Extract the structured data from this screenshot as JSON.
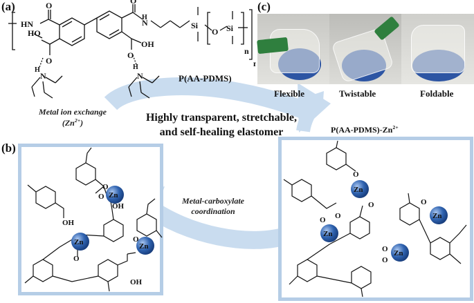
{
  "panels": {
    "a": "(a)",
    "b": "(b)",
    "c": "(c)"
  },
  "structure": {
    "polymer_name": "P(AA-PDMS)",
    "hn": "HN",
    "nh": "N",
    "h_label": "H",
    "carbonyl_o": "O",
    "oh_left": "HO",
    "oh_right": "OH",
    "si1": "Si",
    "si2": "Si",
    "o_si": "O",
    "n_sub": "n",
    "m_sub": "m",
    "amine": "N",
    "amine_h": "H"
  },
  "arrow_texts": {
    "metal_exchange_line1": "Metal ion exchange",
    "metal_exchange_line2": "(Zn",
    "metal_exchange_sup": "2+",
    "metal_exchange_close": ")",
    "coordination_line1": "Metal-carboxylate",
    "coordination_line2": "coordination"
  },
  "headline": {
    "line1": "Highly transparent, stretchable,",
    "line2": "and self-healing elastomer"
  },
  "zn_label": "P(AA-PDMS)-Zn",
  "zn_label_sup": "2+",
  "photos": {
    "labels": [
      "Flexible",
      "Twistable",
      "Foldable"
    ]
  },
  "network": {
    "zn": "Zn",
    "o": "O",
    "oh": "OH"
  },
  "colors": {
    "arrow": "#c9dcef",
    "box_border": "#b5cde6",
    "box_fill": "#ffffff",
    "zn_sphere": "#2f63b0"
  }
}
